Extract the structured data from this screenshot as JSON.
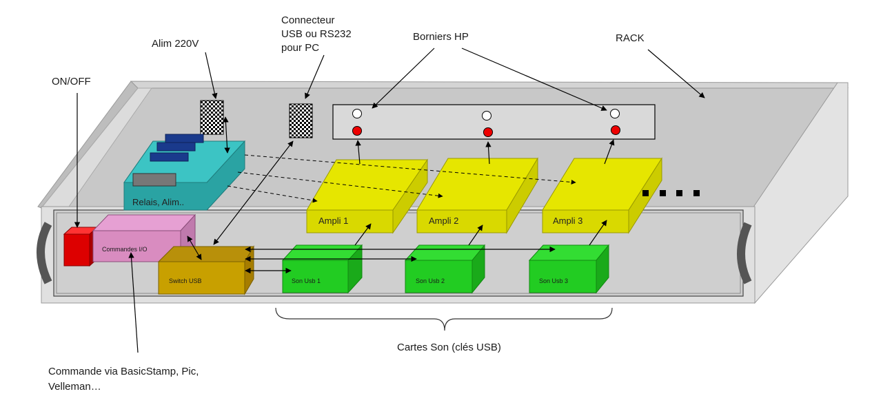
{
  "labels": {
    "alim": "Alim 220V",
    "connecteur": [
      "Connecteur",
      "USB ou RS232",
      "pour PC"
    ],
    "borniers": "Borniers HP",
    "rack": "RACK",
    "onoff": "ON/OFF",
    "relais": "Relais, Alim..",
    "commandes": "Commandes I/O",
    "switch": "Switch USB",
    "ampli1": "Ampli 1",
    "ampli2": "Ampli 2",
    "ampli3": "Ampli 3",
    "son1": "Son Usb 1",
    "son2": "Son Usb 2",
    "son3": "Son Usb 3",
    "cartes": "Cartes Son (clés USB)",
    "commande_via": [
      "Commande via BasicStamp, Pic,",
      "Velleman…"
    ]
  },
  "colors": {
    "ampli": "#e6e600",
    "son": "#22cc22",
    "relais": "#33b5b5",
    "commandes": "#d98cc0",
    "switch": "#c8a000",
    "onoff": "#dd0000"
  }
}
